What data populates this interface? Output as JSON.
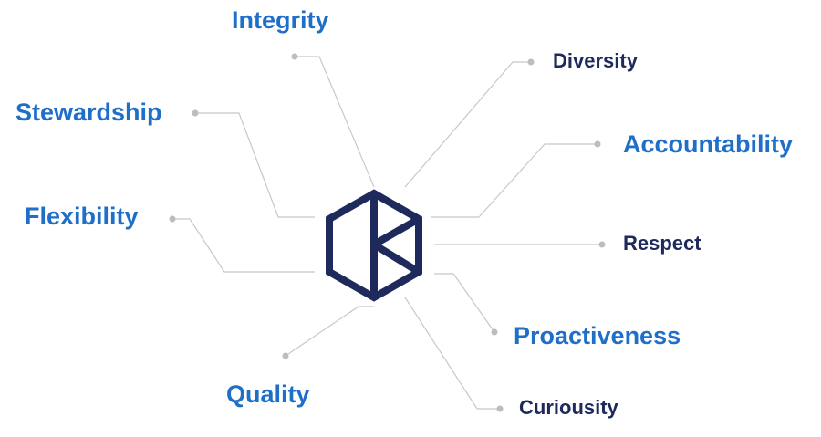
{
  "colors": {
    "primary_label": "#1f6fc9",
    "secondary_label": "#1d2a5b",
    "logo": "#1d2a5b",
    "connector": "#c8c8c8",
    "dot": "#bdbdbd"
  },
  "logo": {
    "icon": "hexagon-k-logo"
  },
  "values": {
    "integrity": "Integrity",
    "stewardship": "Stewardship",
    "flexibility": "Flexibility",
    "quality": "Quality",
    "diversity": "Diversity",
    "accountability": "Accountability",
    "respect": "Respect",
    "proactiveness": "Proactiveness",
    "curiousity": "Curiousity"
  }
}
